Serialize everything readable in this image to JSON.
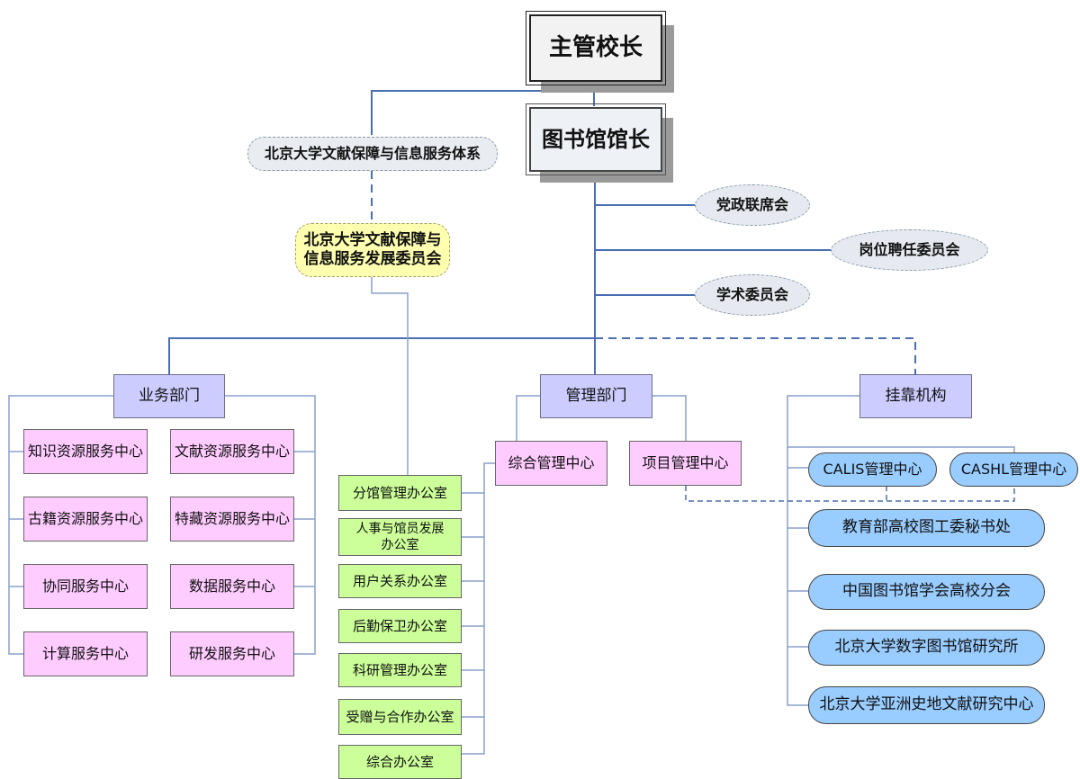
{
  "top": {
    "principal": "主管校长",
    "director": "图书馆馆长"
  },
  "system_label": "北京大学文献保障与信息服务体系",
  "committee_label": "北京大学文献保障与\n信息服务发展委员会",
  "councils": [
    "党政联席会",
    "岗位聘任委员会",
    "学术委员会"
  ],
  "departments": {
    "business": "业务部门",
    "management": "管理部门",
    "affiliated": "挂靠机构"
  },
  "business_centers_left": [
    "知识资源服务中心",
    "古籍资源服务中心",
    "协同服务中心",
    "计算服务中心"
  ],
  "business_centers_right": [
    "文献资源服务中心",
    "特藏资源服务中心",
    "数据服务中心",
    "研发服务中心"
  ],
  "management_centers": [
    "综合管理中心",
    "项目管理中心"
  ],
  "offices": [
    "分馆管理办公室",
    "人事与馆员发展\n办公室",
    "用户关系办公室",
    "后勤保卫办公室",
    "科研管理办公室",
    "受赠与合作办公室",
    "综合办公室"
  ],
  "affiliated_orgs": [
    "CALIS管理中心",
    "CASHL管理中心",
    "教育部高校图工委秘书处",
    "中国图书馆学会高校分会",
    "北京大学数字图书馆研究所",
    "北京大学亚洲史地文献研究中心"
  ]
}
